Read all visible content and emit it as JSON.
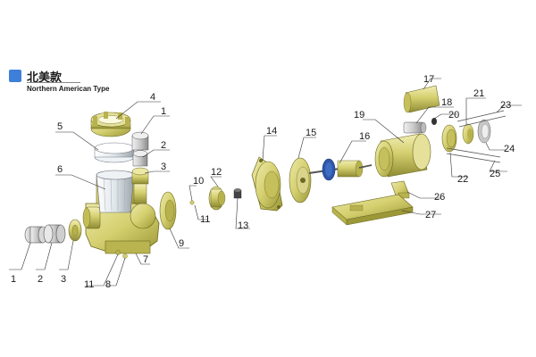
{
  "header": {
    "title_cn": "北美款",
    "title_en": "Northern American Type"
  },
  "colors": {
    "accent": "#3d7fd9",
    "part_body": "#d4cf6e",
    "part_dark": "#9c9838",
    "part_light": "#ede9a8",
    "grey_part": "#c8c8c8",
    "leader": "#333333"
  },
  "callouts": [
    {
      "id": "c1a",
      "text": "1"
    },
    {
      "id": "c2a",
      "text": "2"
    },
    {
      "id": "c3a",
      "text": "3"
    },
    {
      "id": "c4",
      "text": "4"
    },
    {
      "id": "c5",
      "text": "5"
    },
    {
      "id": "c6",
      "text": "6"
    },
    {
      "id": "c1b",
      "text": "1"
    },
    {
      "id": "c2b",
      "text": "2"
    },
    {
      "id": "c3b",
      "text": "3"
    },
    {
      "id": "c7",
      "text": "7"
    },
    {
      "id": "c8",
      "text": "8"
    },
    {
      "id": "c11a",
      "text": "11"
    },
    {
      "id": "c9",
      "text": "9"
    },
    {
      "id": "c10",
      "text": "10"
    },
    {
      "id": "c11b",
      "text": "11"
    },
    {
      "id": "c12",
      "text": "12"
    },
    {
      "id": "c13",
      "text": "13"
    },
    {
      "id": "c14",
      "text": "14"
    },
    {
      "id": "c15",
      "text": "15"
    },
    {
      "id": "c16",
      "text": "16"
    },
    {
      "id": "c17",
      "text": "17"
    },
    {
      "id": "c18",
      "text": "18"
    },
    {
      "id": "c19",
      "text": "19"
    },
    {
      "id": "c20",
      "text": "20"
    },
    {
      "id": "c21",
      "text": "21"
    },
    {
      "id": "c22",
      "text": "22"
    },
    {
      "id": "c23",
      "text": "23"
    },
    {
      "id": "c24",
      "text": "24"
    },
    {
      "id": "c25",
      "text": "25"
    },
    {
      "id": "c26",
      "text": "26"
    },
    {
      "id": "c27",
      "text": "27"
    }
  ]
}
